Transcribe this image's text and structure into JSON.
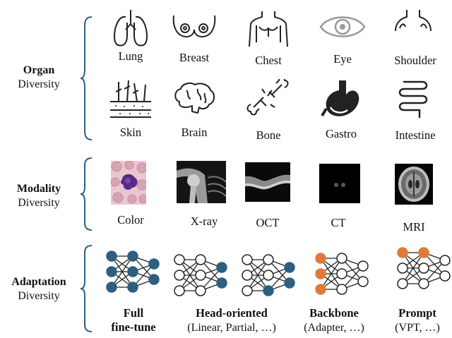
{
  "sections": [
    {
      "title_bold": "Organ",
      "title_sub": "Diversity"
    },
    {
      "title_bold": "Modality",
      "title_sub": "Diversity"
    },
    {
      "title_bold": "Adaptation",
      "title_sub": "Diversity"
    }
  ],
  "organs": [
    "Lung",
    "Breast",
    "Chest",
    "Eye",
    "Shoulder",
    "Skin",
    "Brain",
    "Bone",
    "Gastro",
    "Intestine"
  ],
  "modalities": [
    "Color",
    "X-ray",
    "OCT",
    "CT",
    "MRI"
  ],
  "adaptations": [
    {
      "line1": "Full",
      "line2": "fine-tune"
    },
    {
      "line1": "Head-oriented",
      "line2": "(Linear, Partial, …)"
    },
    {
      "line1": "Backbone",
      "line2": "(Adapter, …)"
    },
    {
      "line1": "Prompt",
      "line2": "(VPT, …)"
    }
  ],
  "colors": {
    "brace": "#2f5f7f",
    "node_blue": "#2c5f80",
    "node_orange": "#e07a3a",
    "stroke": "#222222"
  }
}
